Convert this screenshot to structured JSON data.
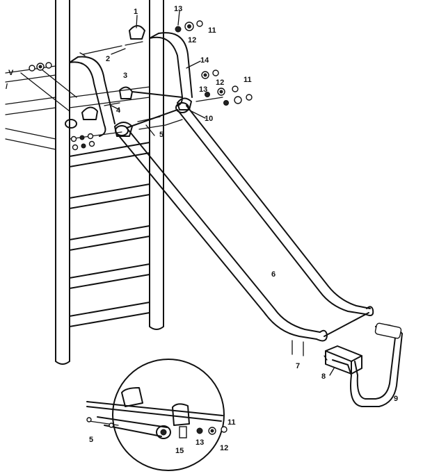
{
  "callouts": {
    "c1": "1",
    "c2": "2",
    "c3": "3",
    "c4": "4",
    "c5": "5",
    "c6": "6",
    "c7": "7",
    "c8": "8",
    "c9": "9",
    "c10": "10",
    "c11a": "11",
    "c11b": "11",
    "c12a": "12",
    "c12b": "12",
    "c13a": "13",
    "c13b": "13",
    "c14": "14",
    "d5": "5",
    "d11": "11",
    "d12": "12",
    "d13": "13",
    "d15": "15"
  }
}
